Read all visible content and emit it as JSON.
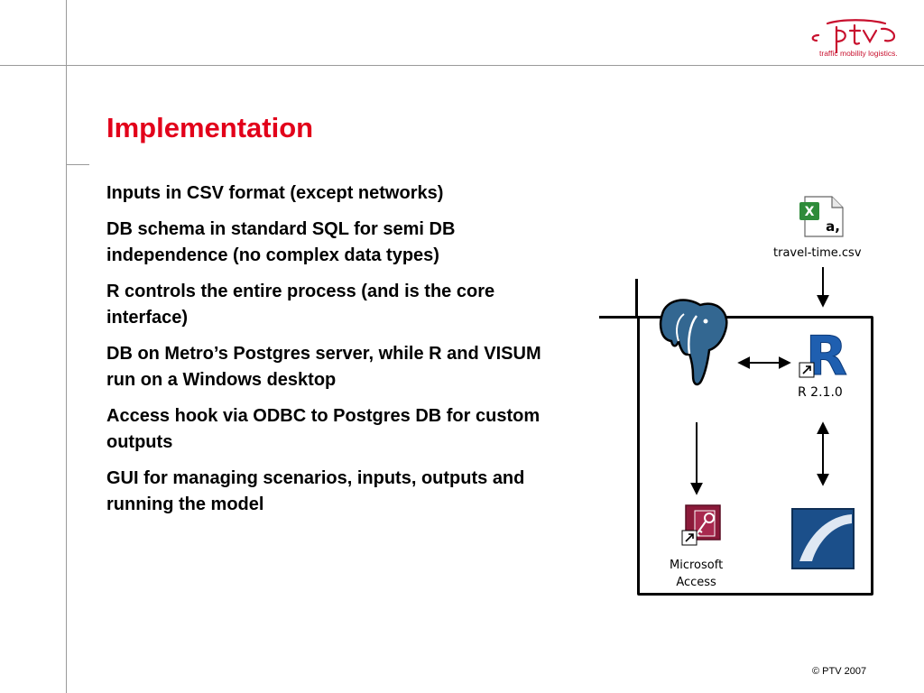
{
  "logo": {
    "brand": "ptv",
    "tagline": "traffic mobility logistics."
  },
  "slide": {
    "title": "Implementation",
    "bullets": [
      "Inputs in CSV format (except networks)",
      "DB schema in standard SQL for semi DB independence (no complex data types)",
      "R controls the entire process (and is the core interface)",
      "DB on Metro’s Postgres server, while R and VISUM run on a Windows desktop",
      "Access hook via ODBC to Postgres DB for custom outputs",
      "GUI for managing scenarios, inputs, outputs and running the model"
    ]
  },
  "diagram": {
    "csv_file": "travel-time.csv",
    "r_label": "R 2.1.0",
    "access_line1": "Microsoft",
    "access_line2": "Access",
    "csv_icon_letter": "a,",
    "excel_icon_letter": "X",
    "r_icon_letter": "R"
  },
  "footer": {
    "copyright": "© PTV  2007"
  },
  "colors": {
    "title": "#e2001a",
    "logo": "#c8102e",
    "postgres_blue": "#336791",
    "access_maroon": "#8b1a3a",
    "r_blue": "#1f5fb0",
    "visum_blue": "#1b4f8a"
  }
}
